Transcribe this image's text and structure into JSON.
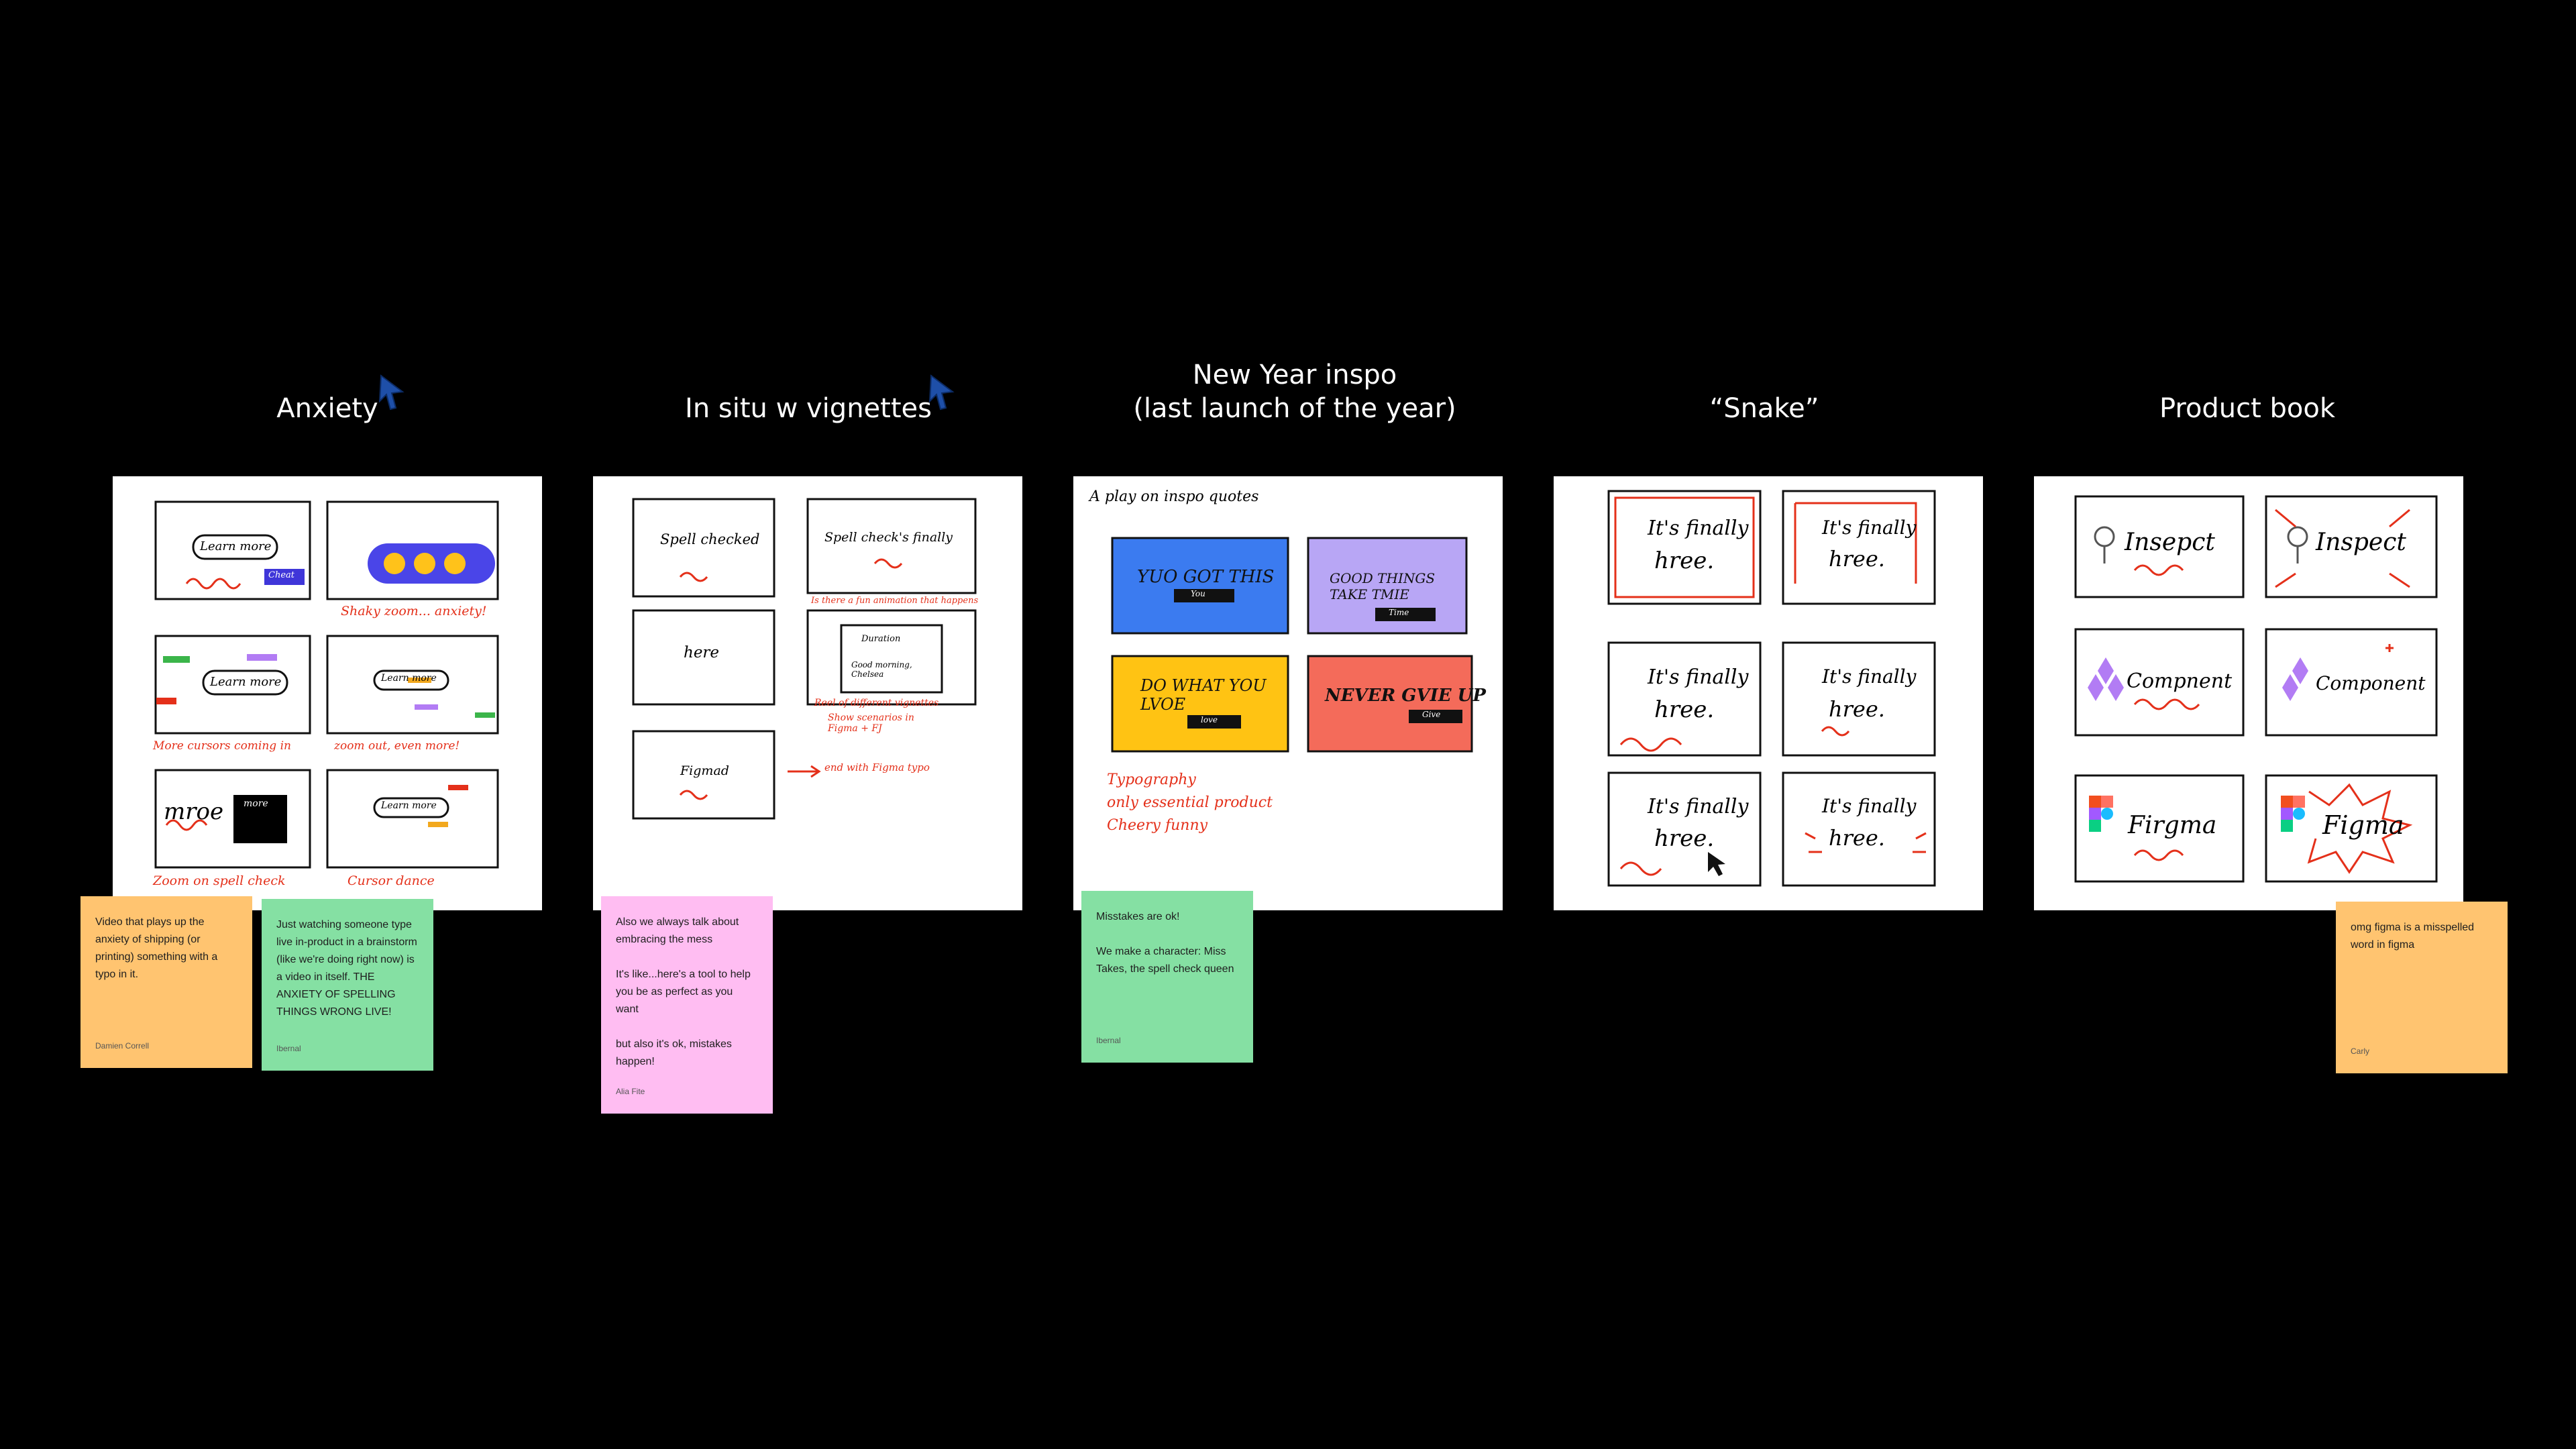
{
  "colors": {
    "background": "#000000",
    "board": "#ffffff",
    "ink": "#111111",
    "red_ink": "#e4301a",
    "sticky_orange": "#ffc470",
    "sticky_green": "#85e0a3",
    "sticky_pink": "#ffbdf2",
    "cursor_blue": "#1e4fa8"
  },
  "columns": [
    {
      "title": "Anxiety",
      "sketch": {
        "frame1": "Learn more",
        "frame1_tag": "Cheat",
        "frame3": "Learn more",
        "frame4": "Learn more",
        "frame5_big": "mroe",
        "frame5_small": "more",
        "frame6": "Learn more",
        "note1": "Shaky zoom... anxiety!",
        "note2": "More cursors coming in",
        "note3": "zoom out, even more!",
        "note4": "Zoom on spell check",
        "note5": "Cursor dance"
      },
      "sticky": {
        "text": "Video that plays up the anxiety of shipping (or printing) something with a typo in it.",
        "author": "Damien Correll"
      },
      "sticky2": {
        "text": "Just watching someone type live in-product in a brainstorm (like we're doing right now) is a video in itself. THE ANXIETY OF SPELLING THINGS WRONG LIVE!",
        "author": "Ibernal"
      }
    },
    {
      "title": "In situ w vignettes",
      "sketch": {
        "frame1": "Spell checked",
        "frame2": "Spell check's finally",
        "frame3": "here",
        "frame4a": "Duration",
        "frame4b": "Good morning, Chelsea",
        "frame5": "Figmad",
        "note1": "Is there a fun animation that happens",
        "note2": "Reel of different vignettes",
        "note3": "Show scenarios in Figma + FJ",
        "note4": "end with Figma typo"
      },
      "sticky": {
        "text": "Also we always talk about embracing the mess\n\nIt's like...here's a tool to help you be as perfect as you want\n\nbut also it's ok, mistakes happen!",
        "author": "Alia Fite"
      }
    },
    {
      "title": "New Year inspo\n(last launch of the year)",
      "sketch": {
        "heading": "A play on inspo quotes",
        "card1": "YUO GOT THIS",
        "card1_tag": "You",
        "card2": "GOOD THINGS TAKE TMIE",
        "card2_tag": "Time",
        "card3": "DO WHAT YOU LVOE",
        "card3_tag": "love",
        "card4": "NEVER GVIE UP",
        "card4_tag": "Give",
        "bullet1": "Typography",
        "bullet2": "only essential product",
        "bullet3": "Cheery funny",
        "card1_color": "#3b7bf0",
        "card2_color": "#b8a6f5",
        "card3_color": "#ffc313",
        "card4_color": "#f46b5a"
      },
      "sticky": {
        "text": "Misstakes are ok!\n\nWe make a character: Miss Takes, the spell check queen",
        "author": "Ibernal"
      }
    },
    {
      "title": "“Snake”",
      "sketch": {
        "line1": "It's finally",
        "line2": "hree."
      }
    },
    {
      "title": "Product book",
      "sketch": {
        "f1": "Insepct",
        "f2": "Inspect",
        "f3": "Compnent",
        "f4": "Component",
        "f5": "Firgma",
        "f6": "Figma"
      },
      "sticky": {
        "text": "omg figma is a misspelled word in figma",
        "author": "Carly"
      }
    }
  ]
}
